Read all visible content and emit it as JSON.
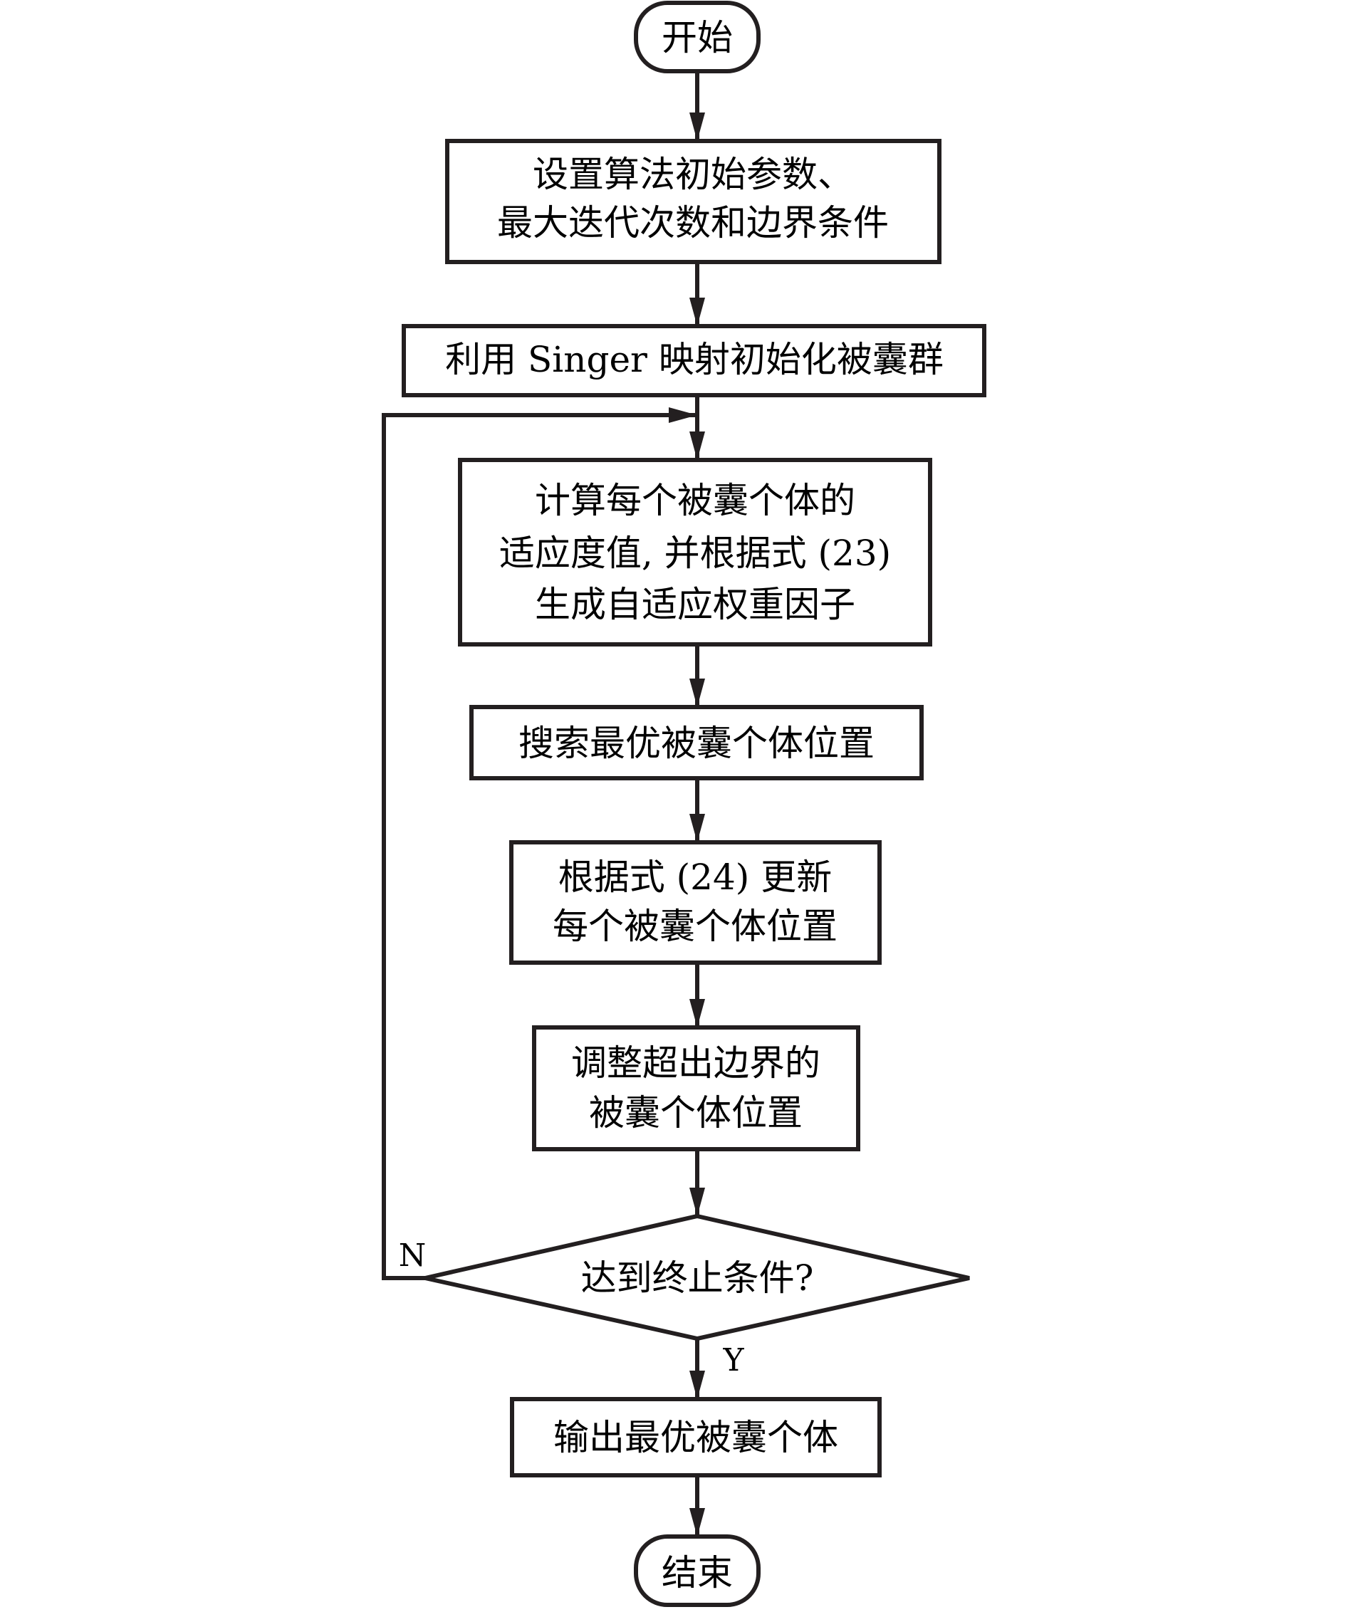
{
  "nodes": {
    "start": "开始",
    "init_params": [
      "设置算法初始参数、",
      "最大迭代次数和边界条件"
    ],
    "init_population": "利用 Singer 映射初始化被囊群",
    "fitness": [
      "计算每个被囊个体的",
      "适应度值, 并根据式 (23)",
      "生成自适应权重因子"
    ],
    "search_best": "搜索最优被囊个体位置",
    "update": [
      "根据式 (24) 更新",
      "每个被囊个体位置"
    ],
    "boundary": [
      "调整超出边界的",
      "被囊个体位置"
    ],
    "decision": "达到终止条件?",
    "output": "输出最优被囊个体",
    "end": "结束"
  },
  "edge_labels": {
    "no": "N",
    "yes": "Y"
  },
  "colors": {
    "stroke": "#231f20",
    "text": "#000000",
    "background": "#ffffff"
  }
}
